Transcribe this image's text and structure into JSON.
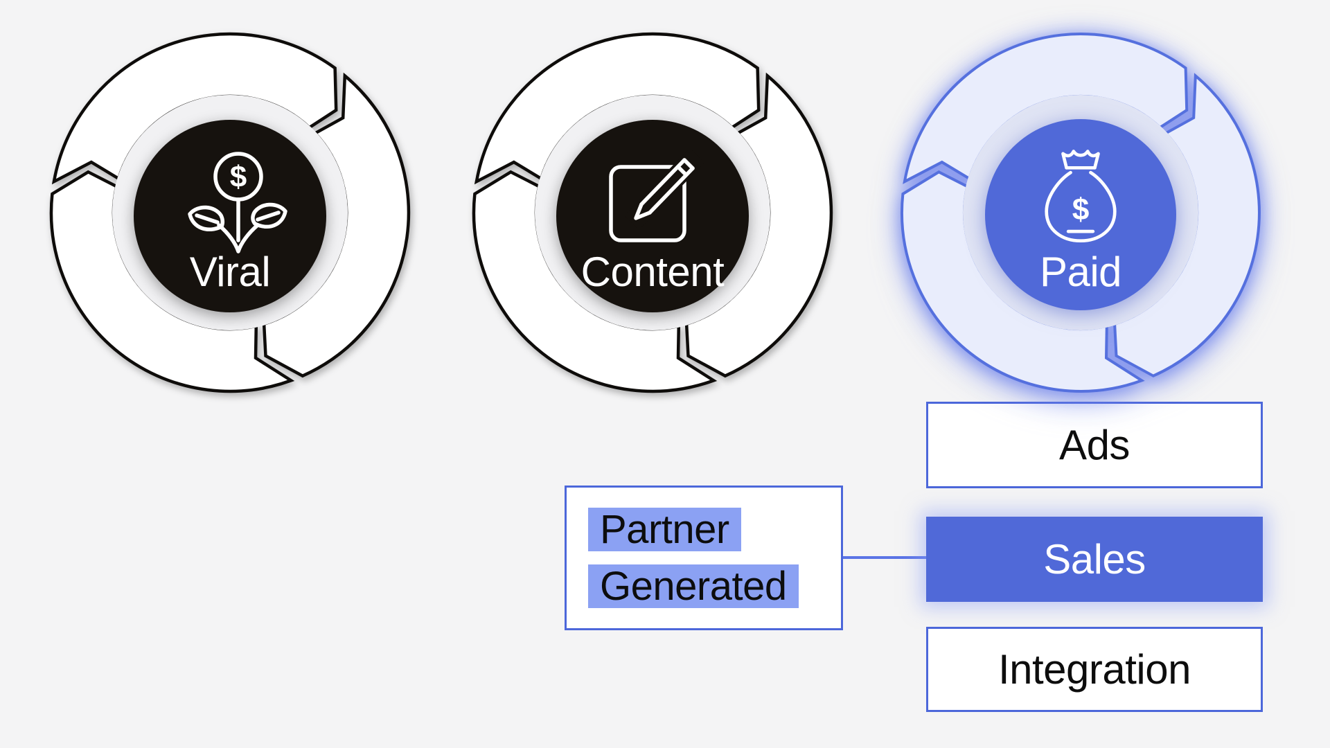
{
  "colors": {
    "background": "#f4f4f5",
    "ink": "#0e0c0a",
    "core_dark": "#16120e",
    "blue": "#5069d8",
    "blue_stroke": "#5570de",
    "lavender": "#e9edfc",
    "box_border": "#4c67da",
    "highlight": "#8ba1f3",
    "connector": "#5b74e6",
    "text_dark": "#0d0d0d",
    "white": "#ffffff"
  },
  "loops": [
    {
      "label": "Viral",
      "theme": "dark",
      "icon": "money-plant-icon",
      "icon_glyph": "$"
    },
    {
      "label": "Content",
      "theme": "dark",
      "icon": "edit-pencil-icon",
      "icon_glyph": ""
    },
    {
      "label": "Paid",
      "theme": "blue",
      "icon": "money-bag-icon",
      "icon_glyph": "$"
    }
  ],
  "boxes": [
    {
      "label": "Ads",
      "variant": "outline"
    },
    {
      "label": "Sales",
      "variant": "solid"
    },
    {
      "label": "Integration",
      "variant": "outline"
    }
  ],
  "partner_box": {
    "lines": [
      "Partner",
      "Generated"
    ]
  }
}
